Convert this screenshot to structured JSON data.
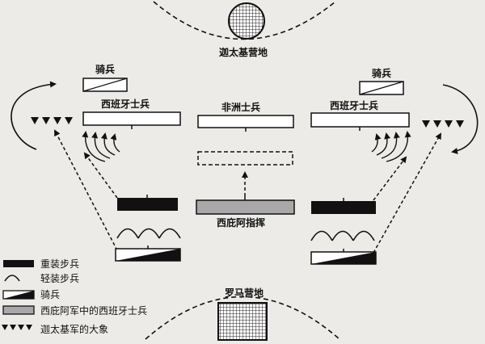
{
  "camps": {
    "carthage": "迦太基营地",
    "rome": "罗马营地"
  },
  "units": {
    "cavalry_left": "骑兵",
    "cavalry_right": "骑兵",
    "spanish_left": "西班牙士兵",
    "spanish_right": "西班牙士兵",
    "african": "非洲士兵",
    "scipio": "西庇阿指挥"
  },
  "legend": [
    {
      "symbol": "heavy-infantry",
      "label": "重装步兵"
    },
    {
      "symbol": "light-infantry",
      "label": "轻装步兵"
    },
    {
      "symbol": "cavalry",
      "label": "骑兵"
    },
    {
      "symbol": "spanish-in-scipio-army",
      "label": "西庇阿军中的西班牙士兵"
    },
    {
      "symbol": "elephants",
      "label": "迦太基军的大象"
    }
  ]
}
